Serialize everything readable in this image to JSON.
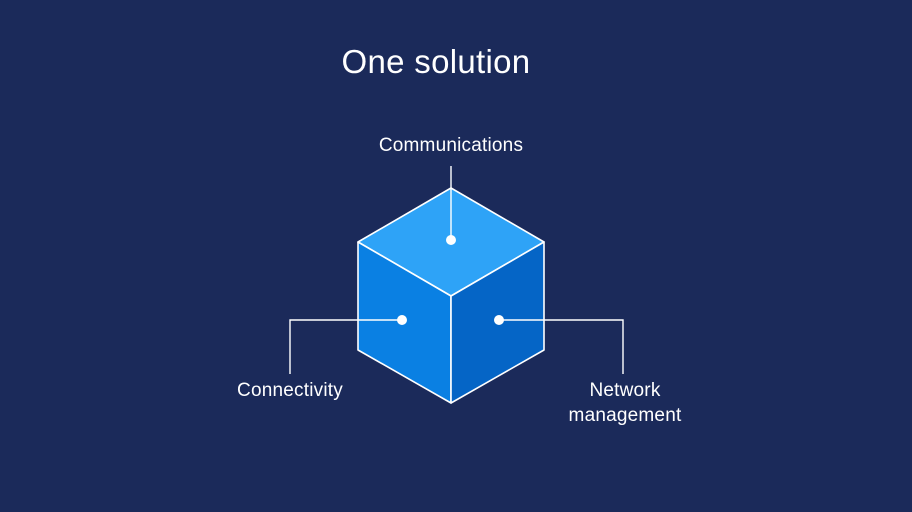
{
  "slide": {
    "title": "One solution"
  },
  "diagram": {
    "labels": {
      "top": "Communications",
      "left": "Connectivity",
      "right_line1": "Network",
      "right_line2": "management"
    },
    "colors": {
      "background": "#1b2a5a",
      "cube_top": "#2ea3f7",
      "cube_left": "#0a80e3",
      "cube_right": "#0565c6",
      "edge": "#ffffff"
    }
  }
}
